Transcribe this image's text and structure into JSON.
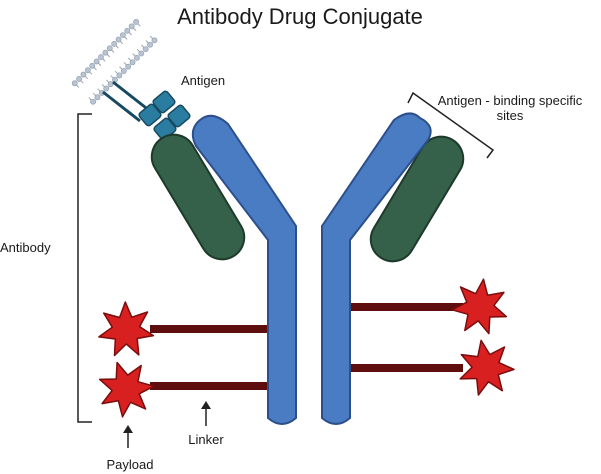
{
  "title": "Antibody Drug Conjugate",
  "labels": {
    "antigen": "Antigen",
    "binding_sites_line1": "Antigen - binding specific",
    "binding_sites_line2": "sites",
    "antibody": "Antibody",
    "linker": "Linker",
    "payload": "Payload"
  },
  "colors": {
    "heavy_chain": "#4a7cc4",
    "heavy_chain_stroke": "#2c4f8c",
    "light_chain": "#35604a",
    "light_chain_stroke": "#1d3a2b",
    "antigen": "#2a7da0",
    "antigen_stroke": "#174a61",
    "payload": "#d92020",
    "payload_stroke": "#7a0d0d",
    "linker": "#5e0e0e",
    "membrane": "#b9c4d2"
  },
  "icons": [
    "payload-star-icon",
    "antigen-icon",
    "cell-membrane-icon",
    "arrow-up-icon"
  ]
}
